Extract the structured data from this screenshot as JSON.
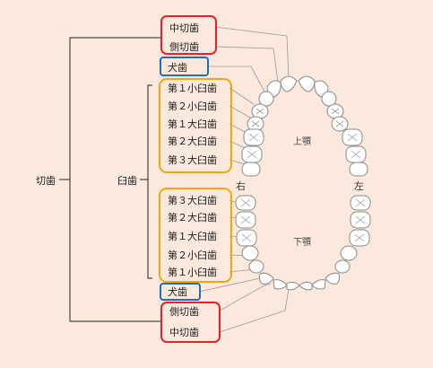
{
  "labels": {
    "upper_central": "中切歯",
    "upper_lateral": "側切歯",
    "upper_canine": "犬歯",
    "upper_pm1": "第１小臼歯",
    "upper_pm2": "第２小臼歯",
    "upper_m1": "第１大臼歯",
    "upper_m2": "第２大臼歯",
    "upper_m3": "第３大臼歯",
    "lower_m3": "第３大臼歯",
    "lower_m2": "第２大臼歯",
    "lower_m1": "第１大臼歯",
    "lower_pm2": "第２小臼歯",
    "lower_pm1": "第１小臼歯",
    "lower_canine": "犬歯",
    "lower_lateral": "側切歯",
    "lower_central": "中切歯"
  },
  "groups": {
    "incisors": "切歯",
    "molars": "臼歯"
  },
  "jaws": {
    "upper": "上顎",
    "lower": "下顎"
  },
  "sides": {
    "right": "右",
    "left": "左"
  },
  "colors": {
    "incisor_box": "#e8202a",
    "canine_box": "#1e6fb5",
    "molar_box": "#f5a800",
    "background": "#fbe9dd"
  }
}
